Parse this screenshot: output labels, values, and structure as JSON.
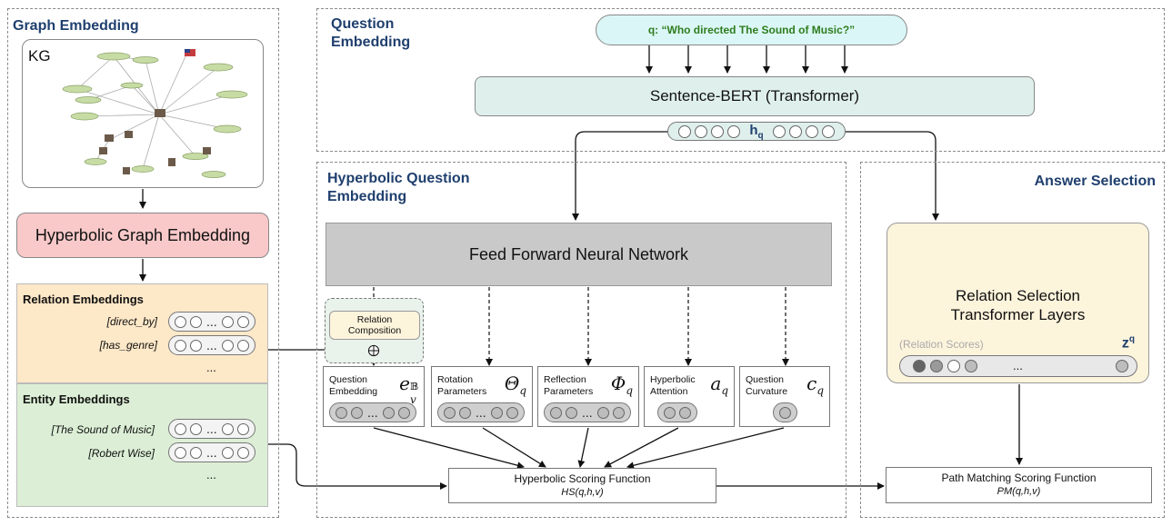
{
  "graph_embedding": {
    "title": "Graph Embedding",
    "kg_label": "KG",
    "hyperbolic_box": "Hyperbolic Graph Embedding",
    "relation_embeddings": {
      "title": "Relation Embeddings",
      "items": [
        {
          "label": "[direct_by]"
        },
        {
          "label": "[has_genre]"
        }
      ],
      "more": "..."
    },
    "entity_embeddings": {
      "title": "Entity Embeddings",
      "items": [
        {
          "label": "[The Sound of Music]"
        },
        {
          "label": "[Robert Wise]"
        }
      ],
      "more": "..."
    }
  },
  "question_embedding": {
    "title_line1": "Question",
    "title_line2": "Embedding",
    "query": "q: “Who directed The Sound of Music?”",
    "sbert": "Sentence-BERT (Transformer)",
    "hq_base": "h",
    "hq_sub": "q"
  },
  "hyperbolic_question": {
    "title_line1": "Hyperbolic Question",
    "title_line2": "Embedding",
    "ffnn": "Feed Forward Neural Network",
    "relation_composition": "Relation Composition",
    "params": [
      {
        "label": "Question Embedding",
        "symbol": "e",
        "sup": "𝔹",
        "sub": "v",
        "chip_count": 4,
        "has_dots": true
      },
      {
        "label": "Rotation Parameters",
        "symbol": "Θ",
        "sup": "",
        "sub": "q",
        "chip_count": 4,
        "has_dots": true
      },
      {
        "label": "Reflection Parameters",
        "symbol": "Φ",
        "sup": "",
        "sub": "q",
        "chip_count": 4,
        "has_dots": true
      },
      {
        "label": "Hyperbolic Attention",
        "symbol": "a",
        "sup": "",
        "sub": "q",
        "chip_count": 2,
        "has_dots": false
      },
      {
        "label": "Question Curvature",
        "symbol": "c",
        "sup": "",
        "sub": "q",
        "chip_count": 1,
        "has_dots": false
      }
    ],
    "scoring_title": "Hyperbolic Scoring Function",
    "scoring_formula": "HS(q,h,v)"
  },
  "answer_selection": {
    "title": "Answer Selection",
    "transformer_line1": "Relation Selection",
    "transformer_line2": "Transformer Layers",
    "relation_scores": "(Relation Scores)",
    "zq_base": "z",
    "zq_sup": "q",
    "score_dots": [
      "#666666",
      "#9a9a9a",
      "#ffffff",
      "#bdbdbd"
    ],
    "score_last_dot": "#bdbdbd",
    "scores_more": "...",
    "path_title": "Path Matching Scoring Function",
    "path_formula": "PM(q,h,v)"
  },
  "colors": {
    "title_blue": "#1f3f6e",
    "query_fill": "#dbf6f6",
    "query_text": "#2e7d1e",
    "sbert_fill": "#dff0ec",
    "hyperbolic_fill": "#f9c9c9",
    "relation_fill": "#fde8c8",
    "entity_fill": "#dcefd6",
    "ffnn_fill": "#c9c9c9",
    "transformer_fill": "#fdf4dc",
    "composition_fill": "#e9f3ec"
  },
  "ellipsis": "..."
}
